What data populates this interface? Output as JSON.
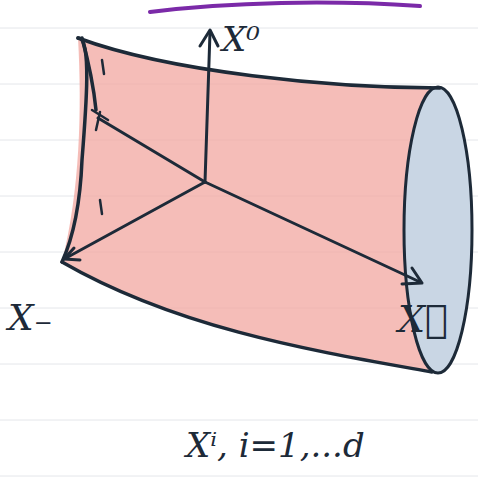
{
  "diagram": {
    "labels": [
      "X⁰",
      "X⃗",
      "X₋",
      "Xⁱ, i=1,...d"
    ]
  }
}
